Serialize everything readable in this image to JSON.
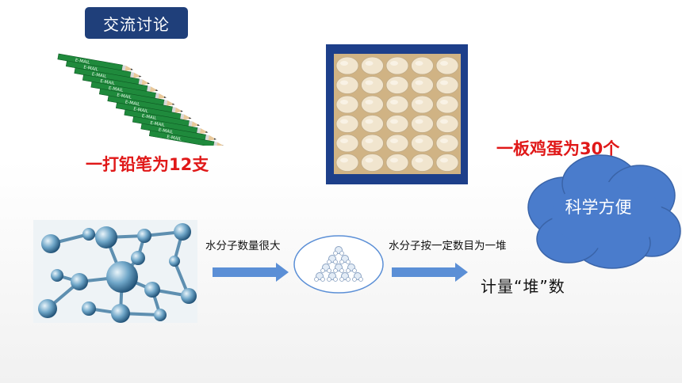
{
  "slide": {
    "title": "交流讨论",
    "pencil_caption": "一打铅笔为12支",
    "egg_caption": "一板鸡蛋为30个",
    "cloud_text": "科学方便",
    "arrow1_label": "水分子数量很大",
    "arrow2_label": "水分子按一定数目为一堆",
    "result_text": "计量“堆”数",
    "pencil_print": "E-MAIL"
  },
  "colors": {
    "title_bg": "#1f3f7a",
    "caption_red": "#e01818",
    "cloud_fill": "#4a7ccc",
    "arrow_fill": "#5b8fd6",
    "pencil_green": "#1f8a3c"
  },
  "icons": {
    "arrow": "right-block-arrow",
    "cloud": "cloud-shape"
  }
}
